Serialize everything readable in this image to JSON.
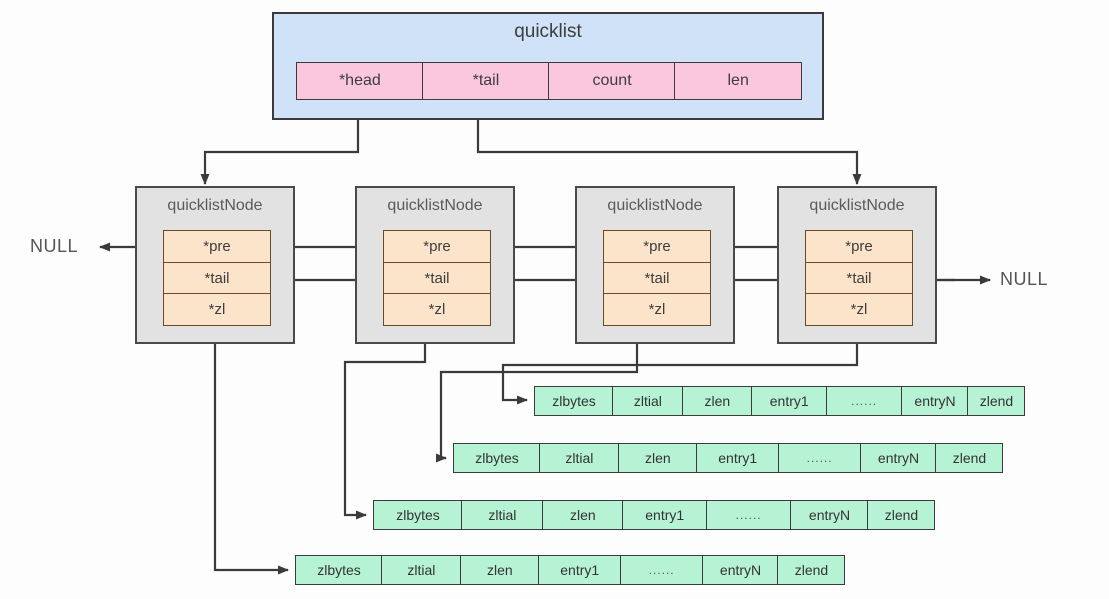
{
  "diagram": {
    "title": "quicklist",
    "header": {
      "label": "quicklist",
      "fields": [
        "*head",
        "*tail",
        "count",
        "len"
      ]
    },
    "nodes": [
      {
        "title": "quicklistNode",
        "fields": [
          "*pre",
          "*tail",
          "*zl"
        ]
      },
      {
        "title": "quicklistNode",
        "fields": [
          "*pre",
          "*tail",
          "*zl"
        ]
      },
      {
        "title": "quicklistNode",
        "fields": [
          "*pre",
          "*tail",
          "*zl"
        ]
      },
      {
        "title": "quicklistNode",
        "fields": [
          "*pre",
          "*tail",
          "*zl"
        ]
      }
    ],
    "ziplists": [
      {
        "cells": [
          "zlbytes",
          "zltial",
          "zlen",
          "entry1",
          "......",
          "entryN",
          "zlend"
        ]
      },
      {
        "cells": [
          "zlbytes",
          "zltial",
          "zlen",
          "entry1",
          "......",
          "entryN",
          "zlend"
        ]
      },
      {
        "cells": [
          "zlbytes",
          "zltial",
          "zlen",
          "entry1",
          "......",
          "entryN",
          "zlend"
        ]
      },
      {
        "cells": [
          "zlbytes",
          "zltial",
          "zlen",
          "entry1",
          "......",
          "entryN",
          "zlend"
        ]
      }
    ],
    "null_labels": {
      "left": "NULL",
      "right": "NULL"
    },
    "colors": {
      "header_fill": "#cfe2f7",
      "header_field_fill": "#fbc7dd",
      "node_fill": "#e2e2e2",
      "node_field_fill": "#fce4cb",
      "ziplist_fill": "#b6f2d4",
      "stroke": "#3b3b3b",
      "background": "#fdfdfd"
    }
  }
}
